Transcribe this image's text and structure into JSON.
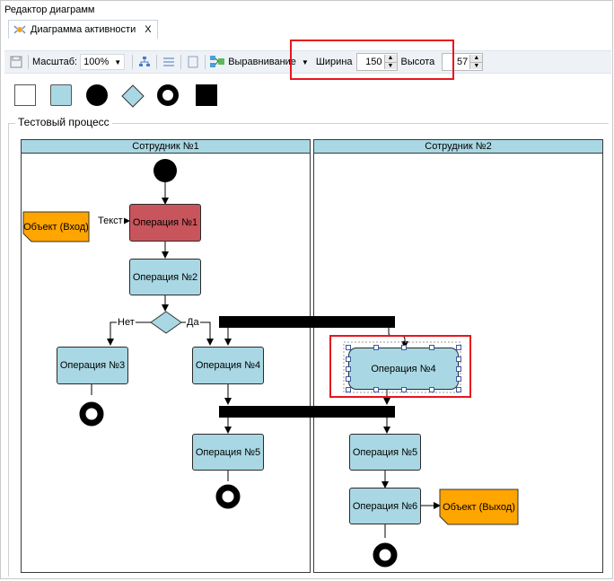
{
  "window": {
    "title": "Редактор диаграмм"
  },
  "tab": {
    "label": "Диаграмма активности",
    "close": "X"
  },
  "toolbar": {
    "scale_label": "Масштаб:",
    "scale_value": "100%",
    "align_label": "Выравнивание",
    "width_label": "Ширина",
    "width_value": "150",
    "height_label": "Высота",
    "height_value": "57"
  },
  "palette": [
    {
      "name": "rectangle",
      "icon": "white-rect-icon"
    },
    {
      "name": "operation",
      "icon": "blue-rect-icon"
    },
    {
      "name": "start",
      "icon": "filled-circle-icon"
    },
    {
      "name": "decision",
      "icon": "diamond-icon"
    },
    {
      "name": "end",
      "icon": "ring-icon"
    },
    {
      "name": "fork",
      "icon": "black-square-icon"
    }
  ],
  "diagram": {
    "group_title": "Тестовый процесс",
    "lanes": [
      {
        "title": "Сотрудник №1"
      },
      {
        "title": "Сотрудник №2"
      }
    ],
    "operations": {
      "op1": "Операция №1",
      "op2": "Операция №2",
      "op3": "Операция №3",
      "op4_left": "Операция №4",
      "op5_left": "Операция №5",
      "op4_right": "Операция №4",
      "op5_right": "Операция №5",
      "op6": "Операция №6"
    },
    "objects": {
      "input": "Объект (Вход)",
      "output": "Объект (Выход)"
    },
    "labels": {
      "text": "Текст",
      "no": "Нет",
      "yes": "Да"
    },
    "colors": {
      "operation": "#a9d8e4",
      "active_operation": "#c8555b",
      "object": "#ffa500",
      "highlight": "#e8161c"
    }
  }
}
